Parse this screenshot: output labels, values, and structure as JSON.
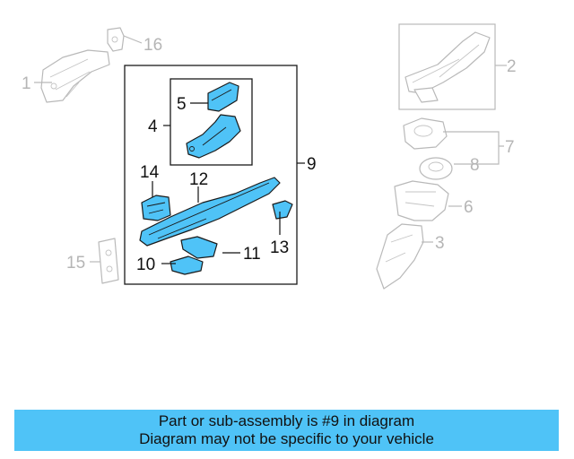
{
  "diagram": {
    "callouts": {
      "c1": "1",
      "c2": "2",
      "c3": "3",
      "c4": "4",
      "c5": "5",
      "c6": "6",
      "c7": "7",
      "c8": "8",
      "c9": "9",
      "c10": "10",
      "c11": "11",
      "c12": "12",
      "c13": "13",
      "c14": "14",
      "c15": "15",
      "c16": "16"
    },
    "highlighted_part": "9",
    "colors": {
      "highlight": "#4fc3f7",
      "faded": "#b5b5b5",
      "outline": "#1a1a1a"
    }
  },
  "banner": {
    "line1": "Part or sub-assembly is #9 in diagram",
    "line2": "Diagram may not be specific to your vehicle"
  }
}
